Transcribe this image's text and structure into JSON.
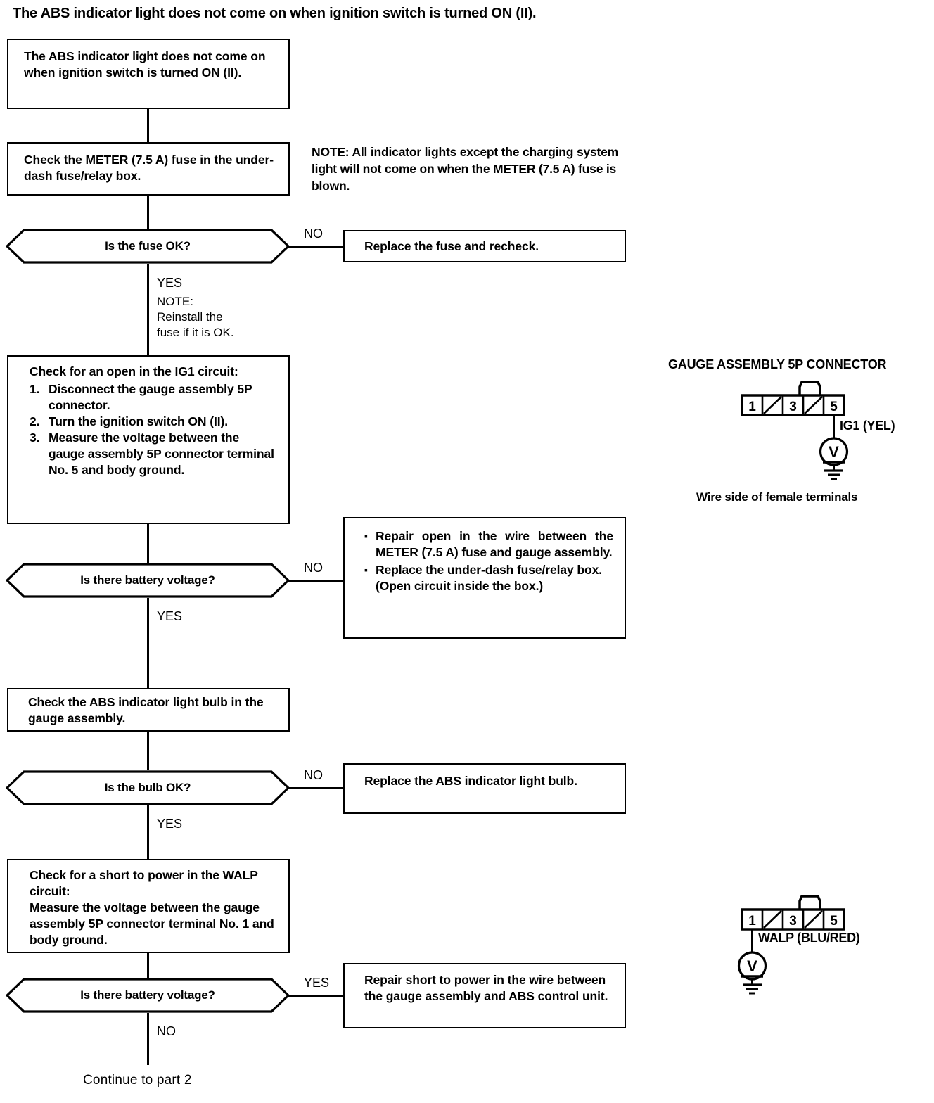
{
  "page": {
    "title": "The ABS indicator light does not come on when ignition switch is turned ON (II).",
    "footer": "Continue to part 2"
  },
  "note_top": "NOTE: All indicator lights except the charging system light will not come on when the METER (7.5 A) fuse is blown.",
  "flow": {
    "start_box": "The ABS indicator light does not come on when ignition switch is turned ON (II).",
    "check_fuse_box": "Check the METER (7.5 A) fuse in the under-dash fuse/relay box.",
    "decision_fuse": "Is the fuse OK?",
    "decision_fuse_no_label": "NO",
    "decision_fuse_yes_label": "YES",
    "replace_fuse_box": "Replace the fuse and recheck.",
    "yes_note": "NOTE:\nReinstall the\nfuse if it is OK.",
    "ig1_box": {
      "heading": "Check for an open in the IG1 circuit:",
      "steps": [
        "Disconnect the gauge assembly 5P connector.",
        "Turn the ignition switch ON (II).",
        "Measure the voltage between the gauge assembly 5P connector terminal No. 5 and body ground."
      ],
      "step_numbers": [
        "1.",
        "2.",
        "3."
      ]
    },
    "decision_voltage_1": "Is there battery voltage?",
    "decision_voltage_1_no_label": "NO",
    "decision_voltage_1_yes_label": "YES",
    "repair_open_box": {
      "bullets": [
        "Repair open in the wire between the METER (7.5 A) fuse and gauge assembly.",
        "Replace the under-dash fuse/relay box. (Open circuit inside the box.)"
      ]
    },
    "check_bulb_box": "Check the ABS indicator light bulb in the gauge assembly.",
    "decision_bulb": "Is the bulb OK?",
    "decision_bulb_no_label": "NO",
    "decision_bulb_yes_label": "YES",
    "replace_bulb_box": "Replace the ABS indicator light bulb.",
    "walp_box": {
      "heading": "Check for a short to power in the WALP circuit:",
      "body": "Measure the voltage between the gauge assembly 5P connector terminal No. 1 and body ground."
    },
    "decision_voltage_2": "Is there battery voltage?",
    "decision_voltage_2_yes_label": "YES",
    "decision_voltage_2_no_label": "NO",
    "repair_short_box": "Repair short to power in the wire between the gauge assembly and ABS control unit."
  },
  "connector_ig1": {
    "title": "GAUGE ASSEMBLY 5P CONNECTOR",
    "terminals": [
      "1",
      "",
      "3",
      "",
      "5"
    ],
    "wire_label": "IG1 (YEL)",
    "meter_symbol": "V",
    "caption": "Wire side of female terminals"
  },
  "connector_walp": {
    "terminals": [
      "1",
      "",
      "3",
      "",
      "5"
    ],
    "wire_label": "WALP (BLU/RED)",
    "meter_symbol": "V"
  },
  "colors": {
    "ink": "#000000",
    "paper": "#ffffff"
  }
}
